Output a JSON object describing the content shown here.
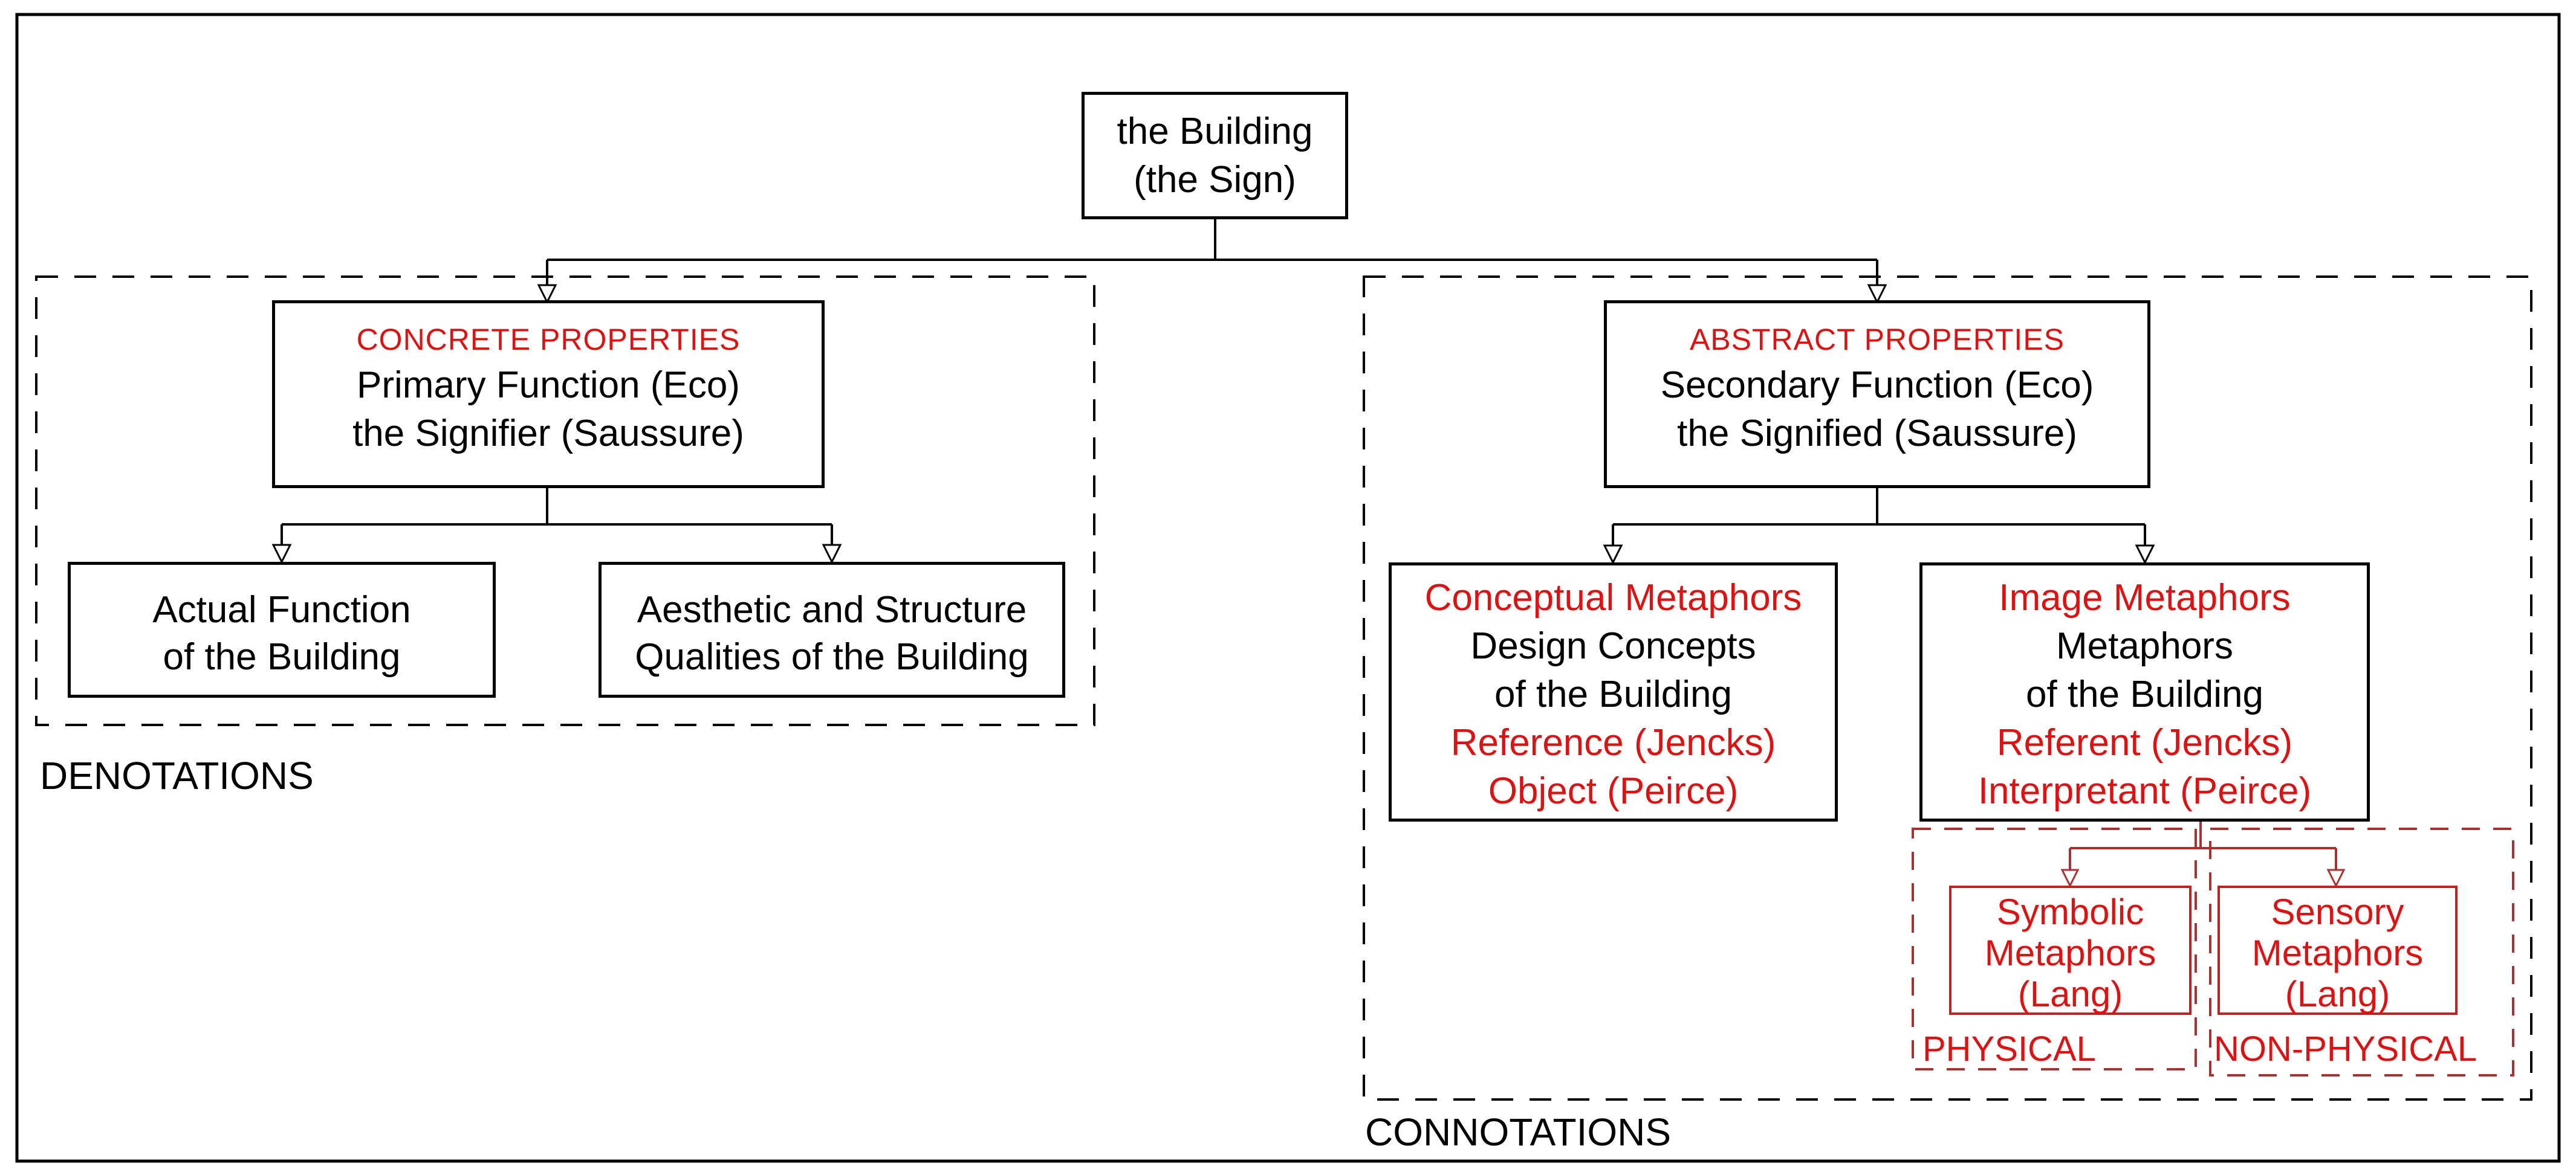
{
  "title": "Building semiotics diagram",
  "colors": {
    "red_text": "#dd1212",
    "red_line": "#a83232",
    "black": "#000000",
    "background": "#ffffff"
  },
  "boxes": {
    "root": {
      "lines": [
        {
          "text": "the Building",
          "color": "black"
        },
        {
          "text": "(the Sign)",
          "color": "black"
        }
      ]
    },
    "concrete": {
      "lines": [
        {
          "text": "CONCRETE PROPERTIES",
          "color": "red"
        },
        {
          "text": "Primary Function (Eco)",
          "color": "black"
        },
        {
          "text": "the Signifier (Saussure)",
          "color": "black"
        }
      ]
    },
    "actual": {
      "lines": [
        {
          "text": "Actual Function",
          "color": "black"
        },
        {
          "text": "of the Building",
          "color": "black"
        }
      ]
    },
    "aesthetic": {
      "lines": [
        {
          "text": "Aesthetic and Structure",
          "color": "black"
        },
        {
          "text": "Qualities of the Building",
          "color": "black"
        }
      ]
    },
    "abstract": {
      "lines": [
        {
          "text": "ABSTRACT PROPERTIES",
          "color": "red"
        },
        {
          "text": "Secondary Function (Eco)",
          "color": "black"
        },
        {
          "text": "the Signified (Saussure)",
          "color": "black"
        }
      ]
    },
    "conceptual": {
      "lines": [
        {
          "text": "Conceptual Metaphors",
          "color": "red"
        },
        {
          "text": "Design Concepts",
          "color": "black"
        },
        {
          "text": "of the Building",
          "color": "black"
        },
        {
          "text": "Reference (Jencks)",
          "color": "red"
        },
        {
          "text": "Object (Peirce)",
          "color": "red"
        }
      ]
    },
    "image": {
      "lines": [
        {
          "text": "Image Metaphors",
          "color": "red"
        },
        {
          "text": "Metaphors",
          "color": "black"
        },
        {
          "text": "of the Building",
          "color": "black"
        },
        {
          "text": "Referent (Jencks)",
          "color": "red"
        },
        {
          "text": "Interpretant (Peirce)",
          "color": "red"
        }
      ]
    },
    "symbolic": {
      "lines": [
        {
          "text": "Symbolic",
          "color": "red"
        },
        {
          "text": "Metaphors",
          "color": "red"
        },
        {
          "text": "(Lang)",
          "color": "red"
        }
      ]
    },
    "sensory": {
      "lines": [
        {
          "text": "Sensory",
          "color": "red"
        },
        {
          "text": "Metaphors",
          "color": "red"
        },
        {
          "text": "(Lang)",
          "color": "red"
        }
      ]
    }
  },
  "labels": {
    "denotations": "DENOTATIONS",
    "connotations": "CONNOTATIONS",
    "physical": "PHYSICAL",
    "non_physical": "NON-PHYSICAL"
  }
}
